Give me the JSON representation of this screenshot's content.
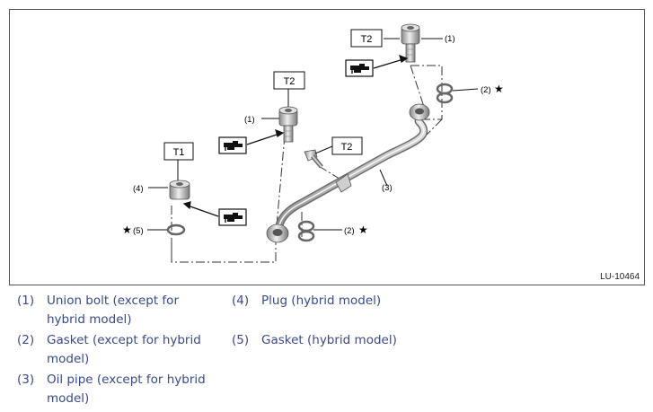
{
  "figure": {
    "code": "LU-10464",
    "tags": {
      "t2_a": "T2",
      "t2_b": "T2",
      "t2_c": "T2",
      "t1": "T1"
    },
    "callouts": {
      "c1_top": "(1)",
      "c1_mid": "(1)",
      "c2_top": "(2)",
      "c2_mid": "(2)",
      "c3": "(3)",
      "c4": "(4)",
      "c5": "(5)"
    },
    "star": "★"
  },
  "legend": [
    {
      "num": "(1)",
      "text": "Union bolt (except for hybrid model)"
    },
    {
      "num": "(2)",
      "text": "Gasket (except for hybrid model)"
    },
    {
      "num": "(3)",
      "text": "Oil pipe (except for hybrid model)"
    },
    {
      "num": "(4)",
      "text": "Plug (hybrid model)"
    },
    {
      "num": "(5)",
      "text": "Gasket (hybrid model)"
    }
  ],
  "colors": {
    "legend_text": "#3a4a8c",
    "metal_light": "#d9d9d9",
    "metal_dark": "#7a7a7a"
  },
  "icons": [
    "oil-can-icon",
    "star-icon"
  ]
}
